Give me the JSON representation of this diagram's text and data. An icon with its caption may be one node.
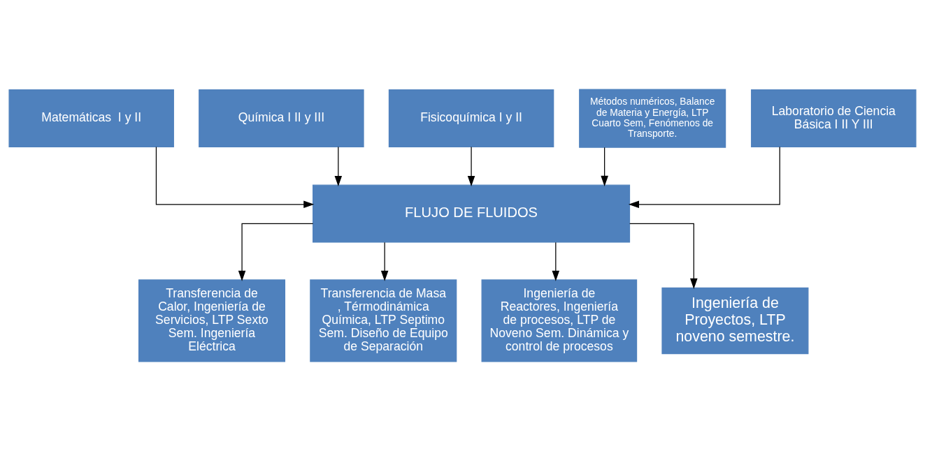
{
  "diagram": {
    "nodes": [
      {
        "text": [
          "Matemáticas  I y II"
        ]
      },
      {
        "text": [
          "Química I II y III"
        ]
      },
      {
        "text": [
          "Fisicoquímica I y II"
        ]
      },
      {
        "text": [
          "Métodos numéricos, Balance de Materia y Energía, LTP Cuarto Sem, Fenómenos de Transporte."
        ]
      },
      {
        "text": [
          "Laboratorio de Ciencia Básica I II Y III"
        ]
      },
      {
        "text": [
          "FLUJO DE FLUIDOS"
        ]
      },
      {
        "text": [
          "Transferencia de Calor, Ingeniería de Servicios, LTP Sexto Sem. Ingeniería Eléctrica"
        ]
      },
      {
        "text": [
          "Transferencia de Masa , Térmodinámica Química, LTP Septimo Sem. Diseño de Equipo de Separación"
        ]
      },
      {
        "text": [
          "Ingeniería de Reactores, Ingeniería de procesos, LTP de Noveno Sem. Dinámica y control de procesos"
        ]
      },
      {
        "text": [
          "Ingeniería de Proyectos, LTP noveno semestre."
        ]
      }
    ],
    "edges": [
      {
        "from": 0,
        "to": 5,
        "arrow": "to"
      },
      {
        "from": 1,
        "to": 5,
        "arrow": "to"
      },
      {
        "from": 4,
        "to": 5,
        "arrow": "to"
      },
      {
        "from": 2,
        "to": 5,
        "arrow": "to"
      },
      {
        "from": 3,
        "to": 5,
        "arrow": "to"
      },
      {
        "from": 5,
        "to": 6,
        "arrow": "to"
      },
      {
        "from": 5,
        "to": 7,
        "arrow": "to"
      },
      {
        "from": 5,
        "to": 8,
        "arrow": "to"
      },
      {
        "from": 5,
        "to": 9,
        "arrow": "to"
      }
    ]
  }
}
